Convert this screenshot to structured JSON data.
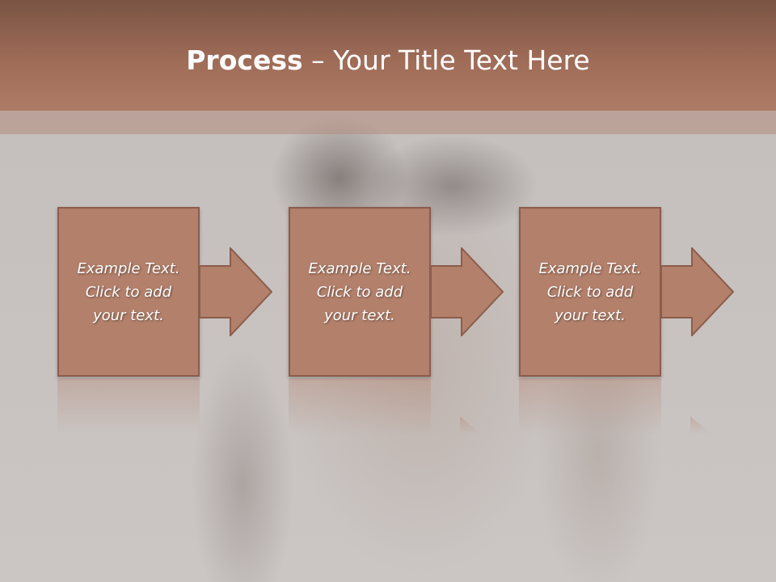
{
  "slide": {
    "title_bold": "Process",
    "title_rest": " – Your Title Text Here"
  },
  "steps": [
    {
      "line1": "Example Text.",
      "line2": "Click  to add",
      "line3": "your text."
    },
    {
      "line1": "Example Text.",
      "line2": "Click  to add",
      "line3": "your text."
    },
    {
      "line1": "Example Text.",
      "line2": "Click  to add",
      "line3": "your text."
    }
  ],
  "colors": {
    "header": "#9f6c57",
    "box_fill": "#b3806b",
    "box_border": "#8b5d4b",
    "background": "#c9c4c2"
  }
}
